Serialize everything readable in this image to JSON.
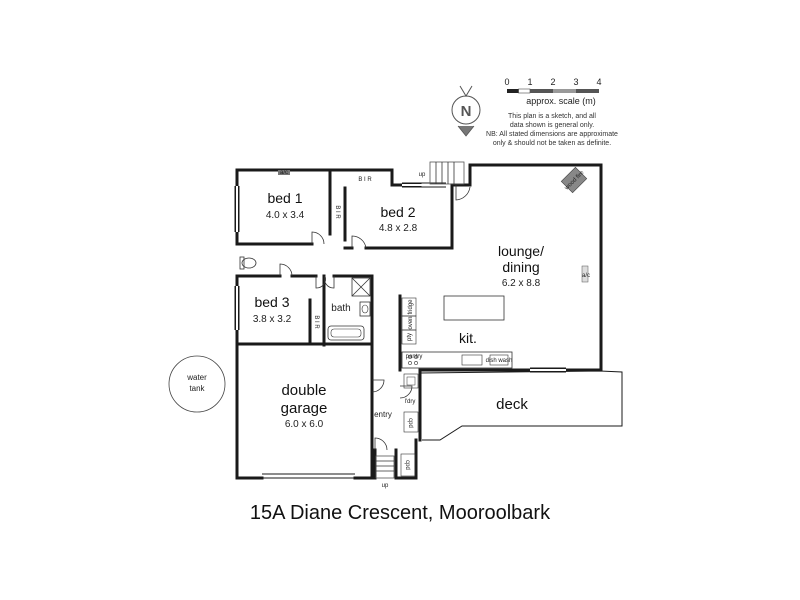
{
  "plan": {
    "address": "15A Diane Crescent, Mooroolbark",
    "compass_label": "N",
    "scale": {
      "ticks": [
        "0",
        "1",
        "2",
        "3",
        "4"
      ],
      "label": "approx. scale (m)"
    },
    "notes": [
      "This plan is a sketch, and all",
      "data shown is general only.",
      "NB: All stated dimensions are approximate",
      "only & should not be taken as definite."
    ],
    "rooms": {
      "bed1": {
        "name": "bed 1",
        "dims": "4.0 x 3.4"
      },
      "bed2": {
        "name": "bed 2",
        "dims": "4.8 x 2.8"
      },
      "bed3": {
        "name": "bed 3",
        "dims": "3.8 x 3.2"
      },
      "lounge": {
        "name_line1": "lounge/",
        "name_line2": "dining",
        "dims": "6.2 x 8.8"
      },
      "garage": {
        "name_line1": "double",
        "name_line2": "garage",
        "dims": "6.0 x 6.0"
      },
      "kitchen": {
        "name": "kit."
      },
      "bath": {
        "name": "bath"
      },
      "deck": {
        "name": "deck"
      },
      "entry": {
        "name": "entry"
      },
      "water_tank": {
        "line1": "water",
        "line2": "tank"
      }
    },
    "small_labels": {
      "bir_top": "B I R",
      "bir_bed1": "B I R",
      "bir_bed3": "B I R",
      "up_top": "up",
      "up_bottom": "up",
      "pantry": "pantry",
      "ldry": "l'dry",
      "cpd_entry": "cpd",
      "cpd_bottom": "cpd",
      "pty": "pty",
      "ac_top": "a/c",
      "ac_lounge": "a/c",
      "wood_fire": "wood fire",
      "fridge": "fridge",
      "oven": "oven",
      "dw": "dish wash"
    }
  }
}
